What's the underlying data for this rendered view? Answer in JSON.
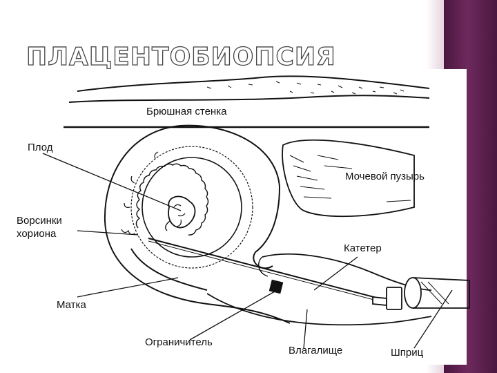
{
  "title": "ПЛАЦЕНТОБИОПСИЯ",
  "labels": {
    "abdominal_wall": "Брюшная стенка",
    "fetus": "Плод",
    "chorion_villi_1": "Ворсинки",
    "chorion_villi_2": "хориона",
    "bladder": "Мочевой пузырь",
    "catheter": "Катетер",
    "uterus": "Матка",
    "limiter": "Ограничитель",
    "vagina": "Влагалище",
    "syringe": "Шприц"
  },
  "colors": {
    "accent": "#5e2352",
    "line": "#111111"
  }
}
